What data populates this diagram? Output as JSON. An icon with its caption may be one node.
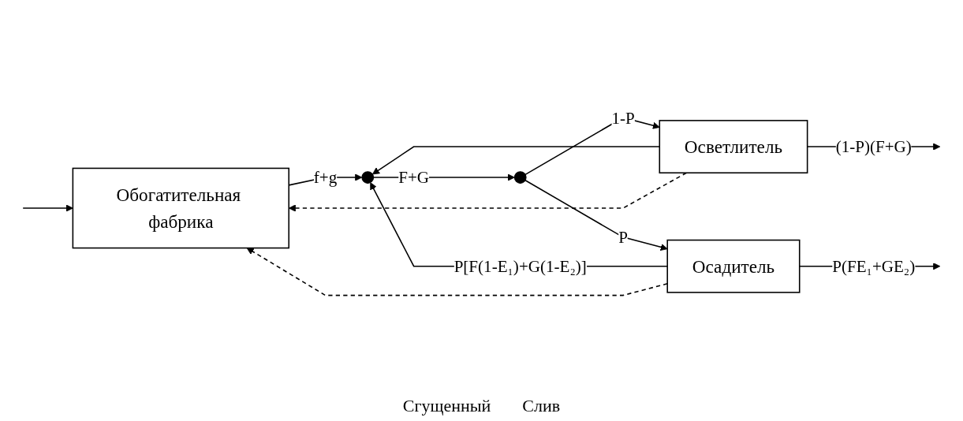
{
  "diagram": {
    "nodes": [
      {
        "text": [
          "Обогатительная фабрика"
        ]
      },
      {
        "text": [
          "Осветлитель"
        ]
      },
      {
        "text": [
          "Осадитель"
        ]
      },
      {
        "text": [],
        "shape": "circle"
      },
      {
        "text": [],
        "shape": "circle"
      }
    ],
    "edges": [
      {
        "from": null,
        "to": 0,
        "arrow": "to"
      },
      {
        "from": 0,
        "to": 3,
        "arrow": "to",
        "label": "f+g"
      },
      {
        "from": 1,
        "to": 3,
        "arrow": "to"
      },
      {
        "from": 2,
        "to": 3,
        "arrow": "to",
        "label": "P[F(1-E₁)+G(1-E₂)]"
      },
      {
        "from": 3,
        "to": 4,
        "arrow": "to",
        "label": "F+G"
      },
      {
        "from": 4,
        "to": 1,
        "arrow": "to",
        "label": "1-P"
      },
      {
        "from": 4,
        "to": 2,
        "arrow": "to",
        "label": "P"
      },
      {
        "from": 1,
        "to": null,
        "arrow": "to",
        "label": "(1-P)(F+G)"
      },
      {
        "from": 2,
        "to": null,
        "arrow": "to",
        "label": "P(FE₁+GE₂)"
      },
      {
        "from": 1,
        "to": 0,
        "arrow": "to",
        "style": "dashed"
      },
      {
        "from": 2,
        "to": 0,
        "arrow": "to",
        "style": "dashed"
      }
    ],
    "labels": [
      "Сгущенный",
      "Слив"
    ]
  }
}
